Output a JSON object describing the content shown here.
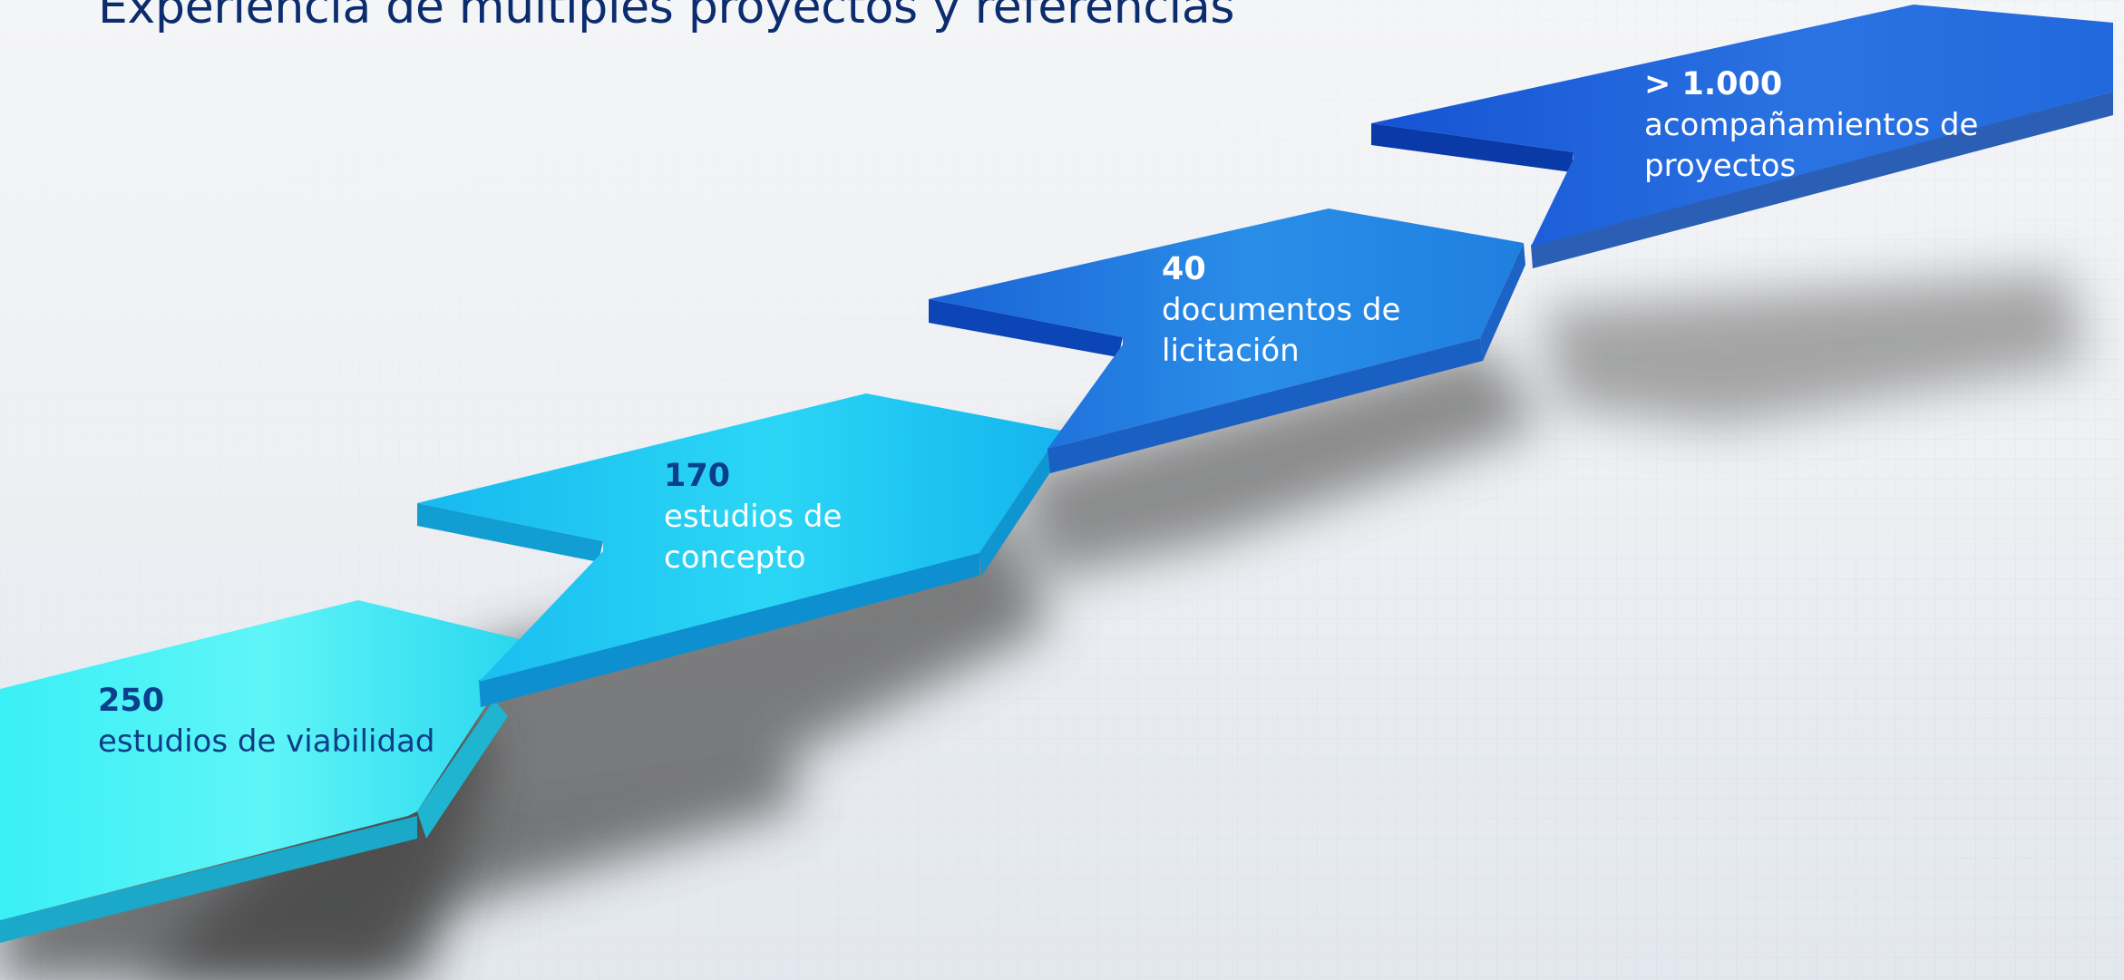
{
  "title": "Experiencia de múltiples proyectos y referencias",
  "steps": [
    {
      "value": "250",
      "label": "estudios de viabilidad"
    },
    {
      "value": "170",
      "label": "estudios de\nconcepto"
    },
    {
      "value": "40",
      "label": "documentos de\nlicitación"
    },
    {
      "value": "> 1.000",
      "label": "acompañamientos de\nproyectos"
    }
  ],
  "colors": {
    "step_1": "#2ee6f2",
    "step_2": "#1ac2f2",
    "step_3": "#1e7fe0",
    "step_4": "#1d64dc",
    "title": "#0b2d6e"
  }
}
